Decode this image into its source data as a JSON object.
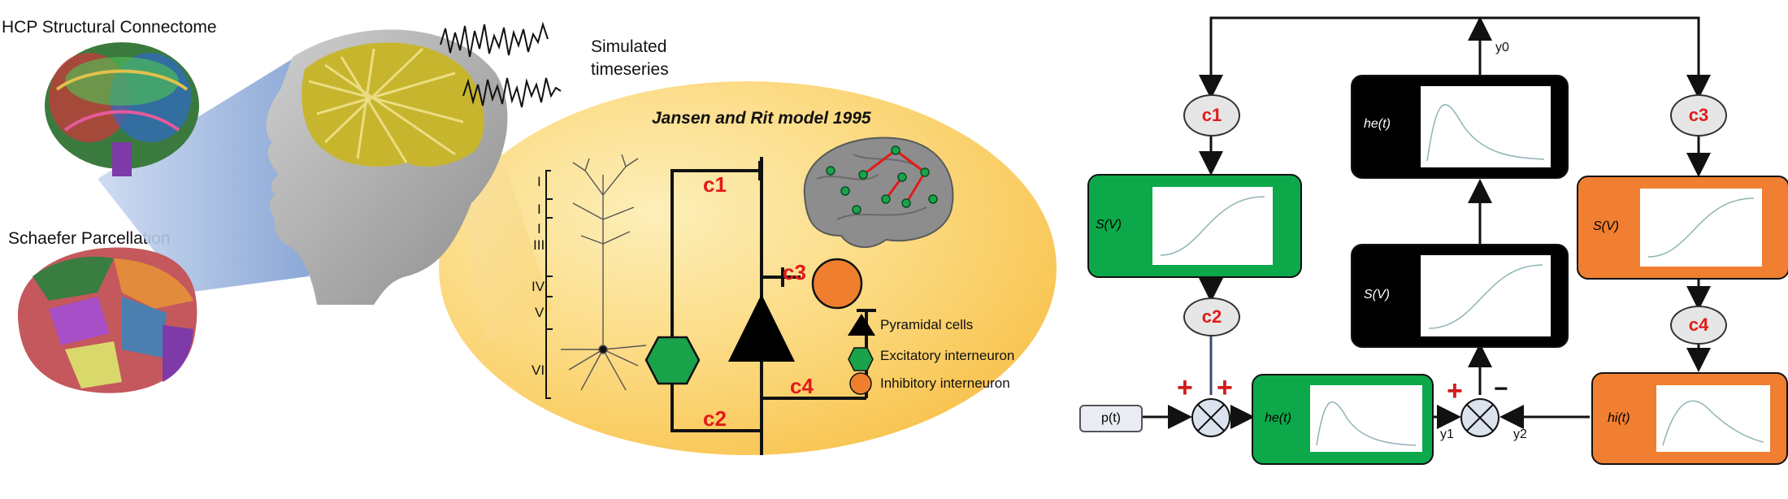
{
  "left_panel": {
    "connectome_title": "HCP Structural Connectome",
    "parcellation_title": "Schaefer Parcellation",
    "timeseries_label_line1": "Simulated",
    "timeseries_label_line2": "timeseries"
  },
  "jansen_rit": {
    "title": "Jansen and Rit model 1995",
    "layers": [
      "I",
      "I",
      "I",
      "III",
      "IV",
      "V",
      "VI"
    ],
    "connections": {
      "c1": "c1",
      "c2": "c2",
      "c3": "c3",
      "c4": "c4"
    },
    "legend": [
      {
        "label": "Pyramidal cells",
        "shape": "triangle",
        "color": "#000000"
      },
      {
        "label": "Excitatory interneuron",
        "shape": "hexagon",
        "color": "#1aa34a"
      },
      {
        "label": "Inhibitory interneuron",
        "shape": "circle",
        "color": "#ef7f2e"
      }
    ],
    "colors": {
      "connection_label": "#e11b1b",
      "excitatory": "#1aa34a",
      "inhibitory": "#ef7f2e"
    }
  },
  "block_diagram": {
    "input": "p(t)",
    "nodes": {
      "c1": "c1",
      "c2": "c2",
      "c3": "c3",
      "c4": "c4",
      "sv_left": "S(V)",
      "sv_mid": "S(V)",
      "sv_right": "S(V)",
      "he_top": "he(t)",
      "he_bottom": "he(t)",
      "hi_bottom": "hi(t)"
    },
    "outputs": {
      "y0": "y0",
      "y1": "y1",
      "y2": "y2"
    },
    "signs": {
      "plus": "+",
      "minus": "−"
    },
    "colors": {
      "green": "#0ca84a",
      "orange": "#f07f31",
      "black": "#000000",
      "ellipse": "#e6e6e6"
    }
  }
}
